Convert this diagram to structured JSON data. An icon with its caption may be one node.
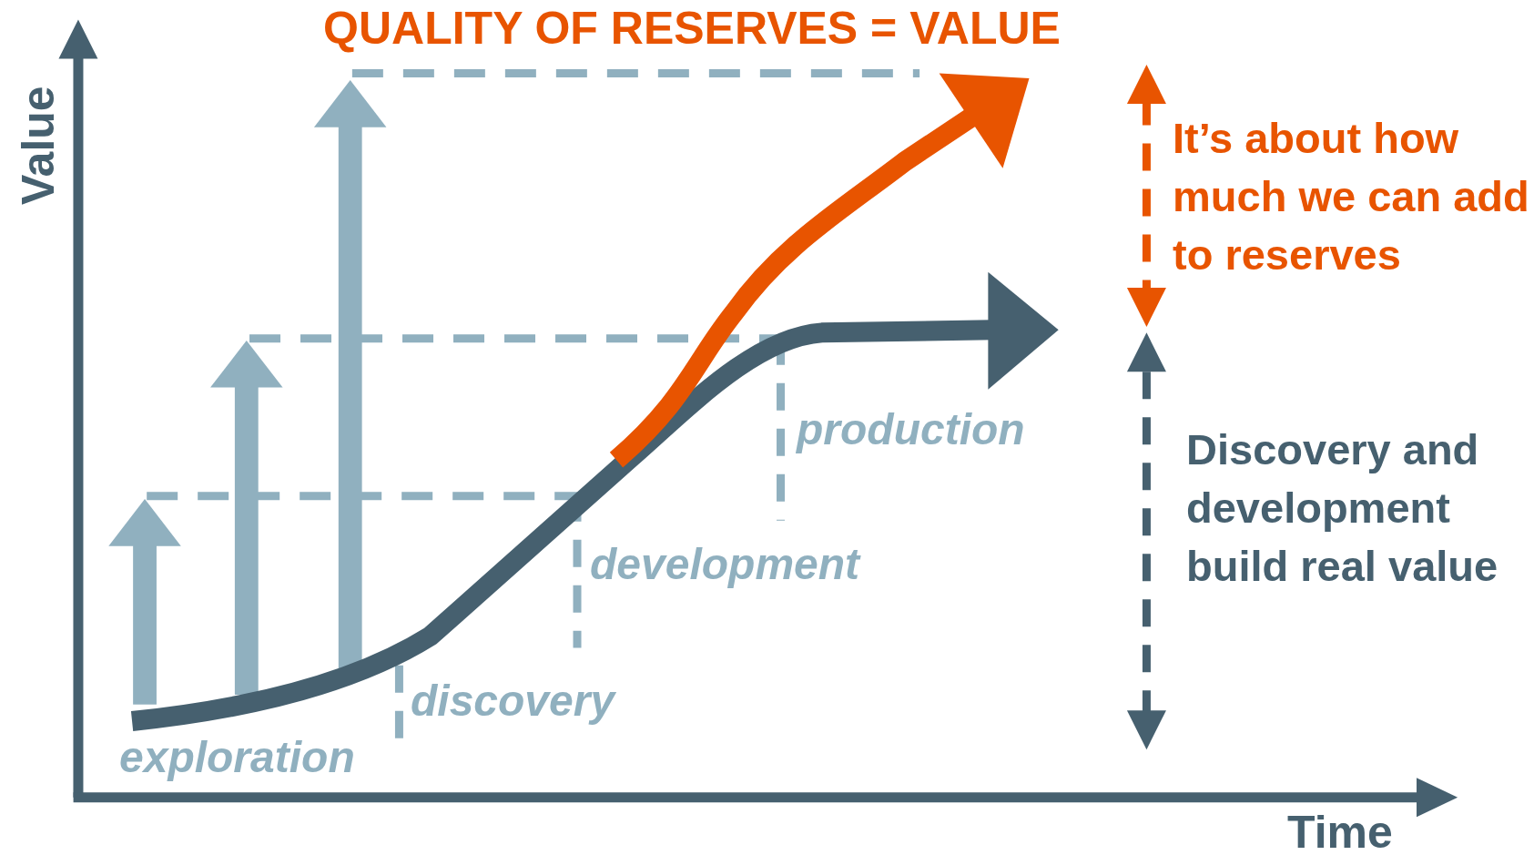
{
  "diagram": {
    "title": "QUALITY OF RESERVES = VALUE",
    "labels": [
      "Value",
      "It’s about how much we can add to reserves",
      "production",
      "Discovery and development build real value",
      "development",
      "discovery",
      "exploration",
      "Time"
    ]
  }
}
